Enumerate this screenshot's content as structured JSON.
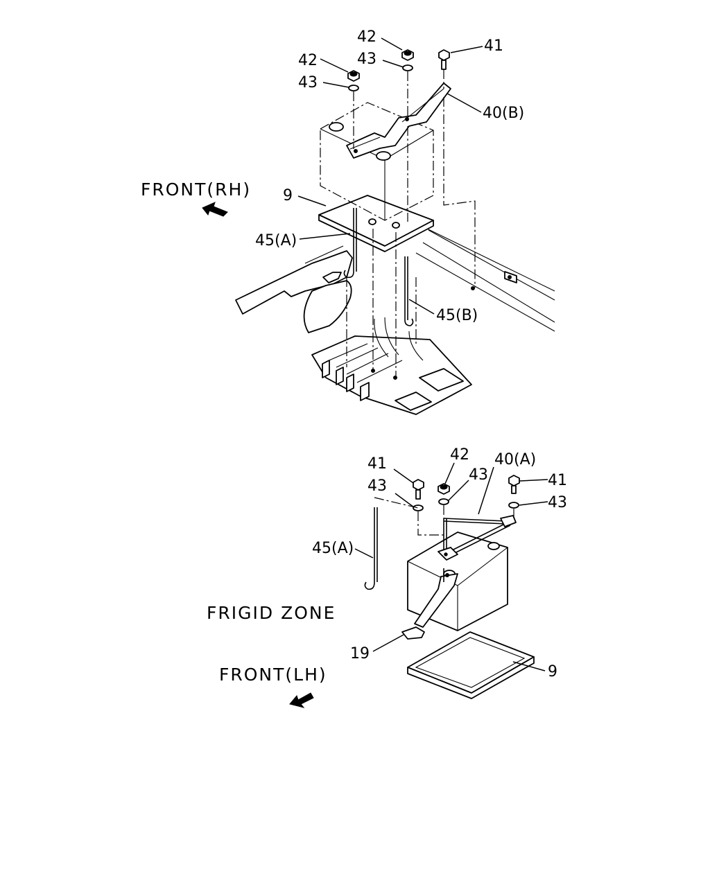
{
  "directions": {
    "front_rh": "FRONT(RH)",
    "front_lh": "FRONT(LH)",
    "frigid_zone": "FRIGID ZONE"
  },
  "top_callouts": {
    "nut_42_right": "42",
    "washer_43_right": "43",
    "nut_42_left": "42",
    "washer_43_left": "43",
    "bolt_41": "41",
    "clamp_40b": "40(B)",
    "tray_9": "9",
    "rod_45a": "45(A)",
    "rod_45b": "45(B)"
  },
  "bottom_callouts": {
    "bolt_41_left": "41",
    "washer_43_left": "43",
    "nut_42": "42",
    "washer_43_mid": "43",
    "clamp_40a": "40(A)",
    "bolt_41_right": "41",
    "washer_43_right": "43",
    "rod_45a": "45(A)",
    "bracket_19": "19",
    "tray_9": "9"
  },
  "colors": {
    "ink": "#000000",
    "paper": "#ffffff"
  }
}
